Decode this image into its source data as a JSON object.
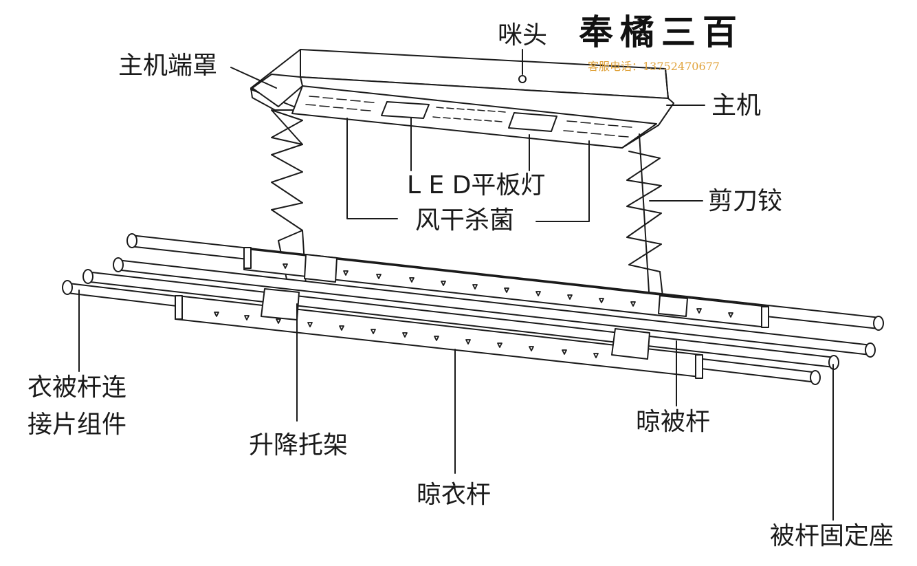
{
  "brand": {
    "logo_text": "奉橘三百",
    "service_phone": "客服电话：13752470677"
  },
  "labels": {
    "mic": "咪头",
    "host_cover": "主机端罩",
    "host": "主机",
    "led_light": "L E D平板灯",
    "air_dry": "风干杀菌",
    "scissor_hinge": "剪刀铰",
    "connector_line1": "衣被杆连",
    "connector_line2": "接片组件",
    "lift_bracket": "升降托架",
    "clothes_rod": "晾衣杆",
    "quilt_rod": "晾被杆",
    "quilt_rod_mount": "被杆固定座"
  },
  "colors": {
    "line": "#1a1a1a",
    "brand_phone": "#e0a23a"
  }
}
